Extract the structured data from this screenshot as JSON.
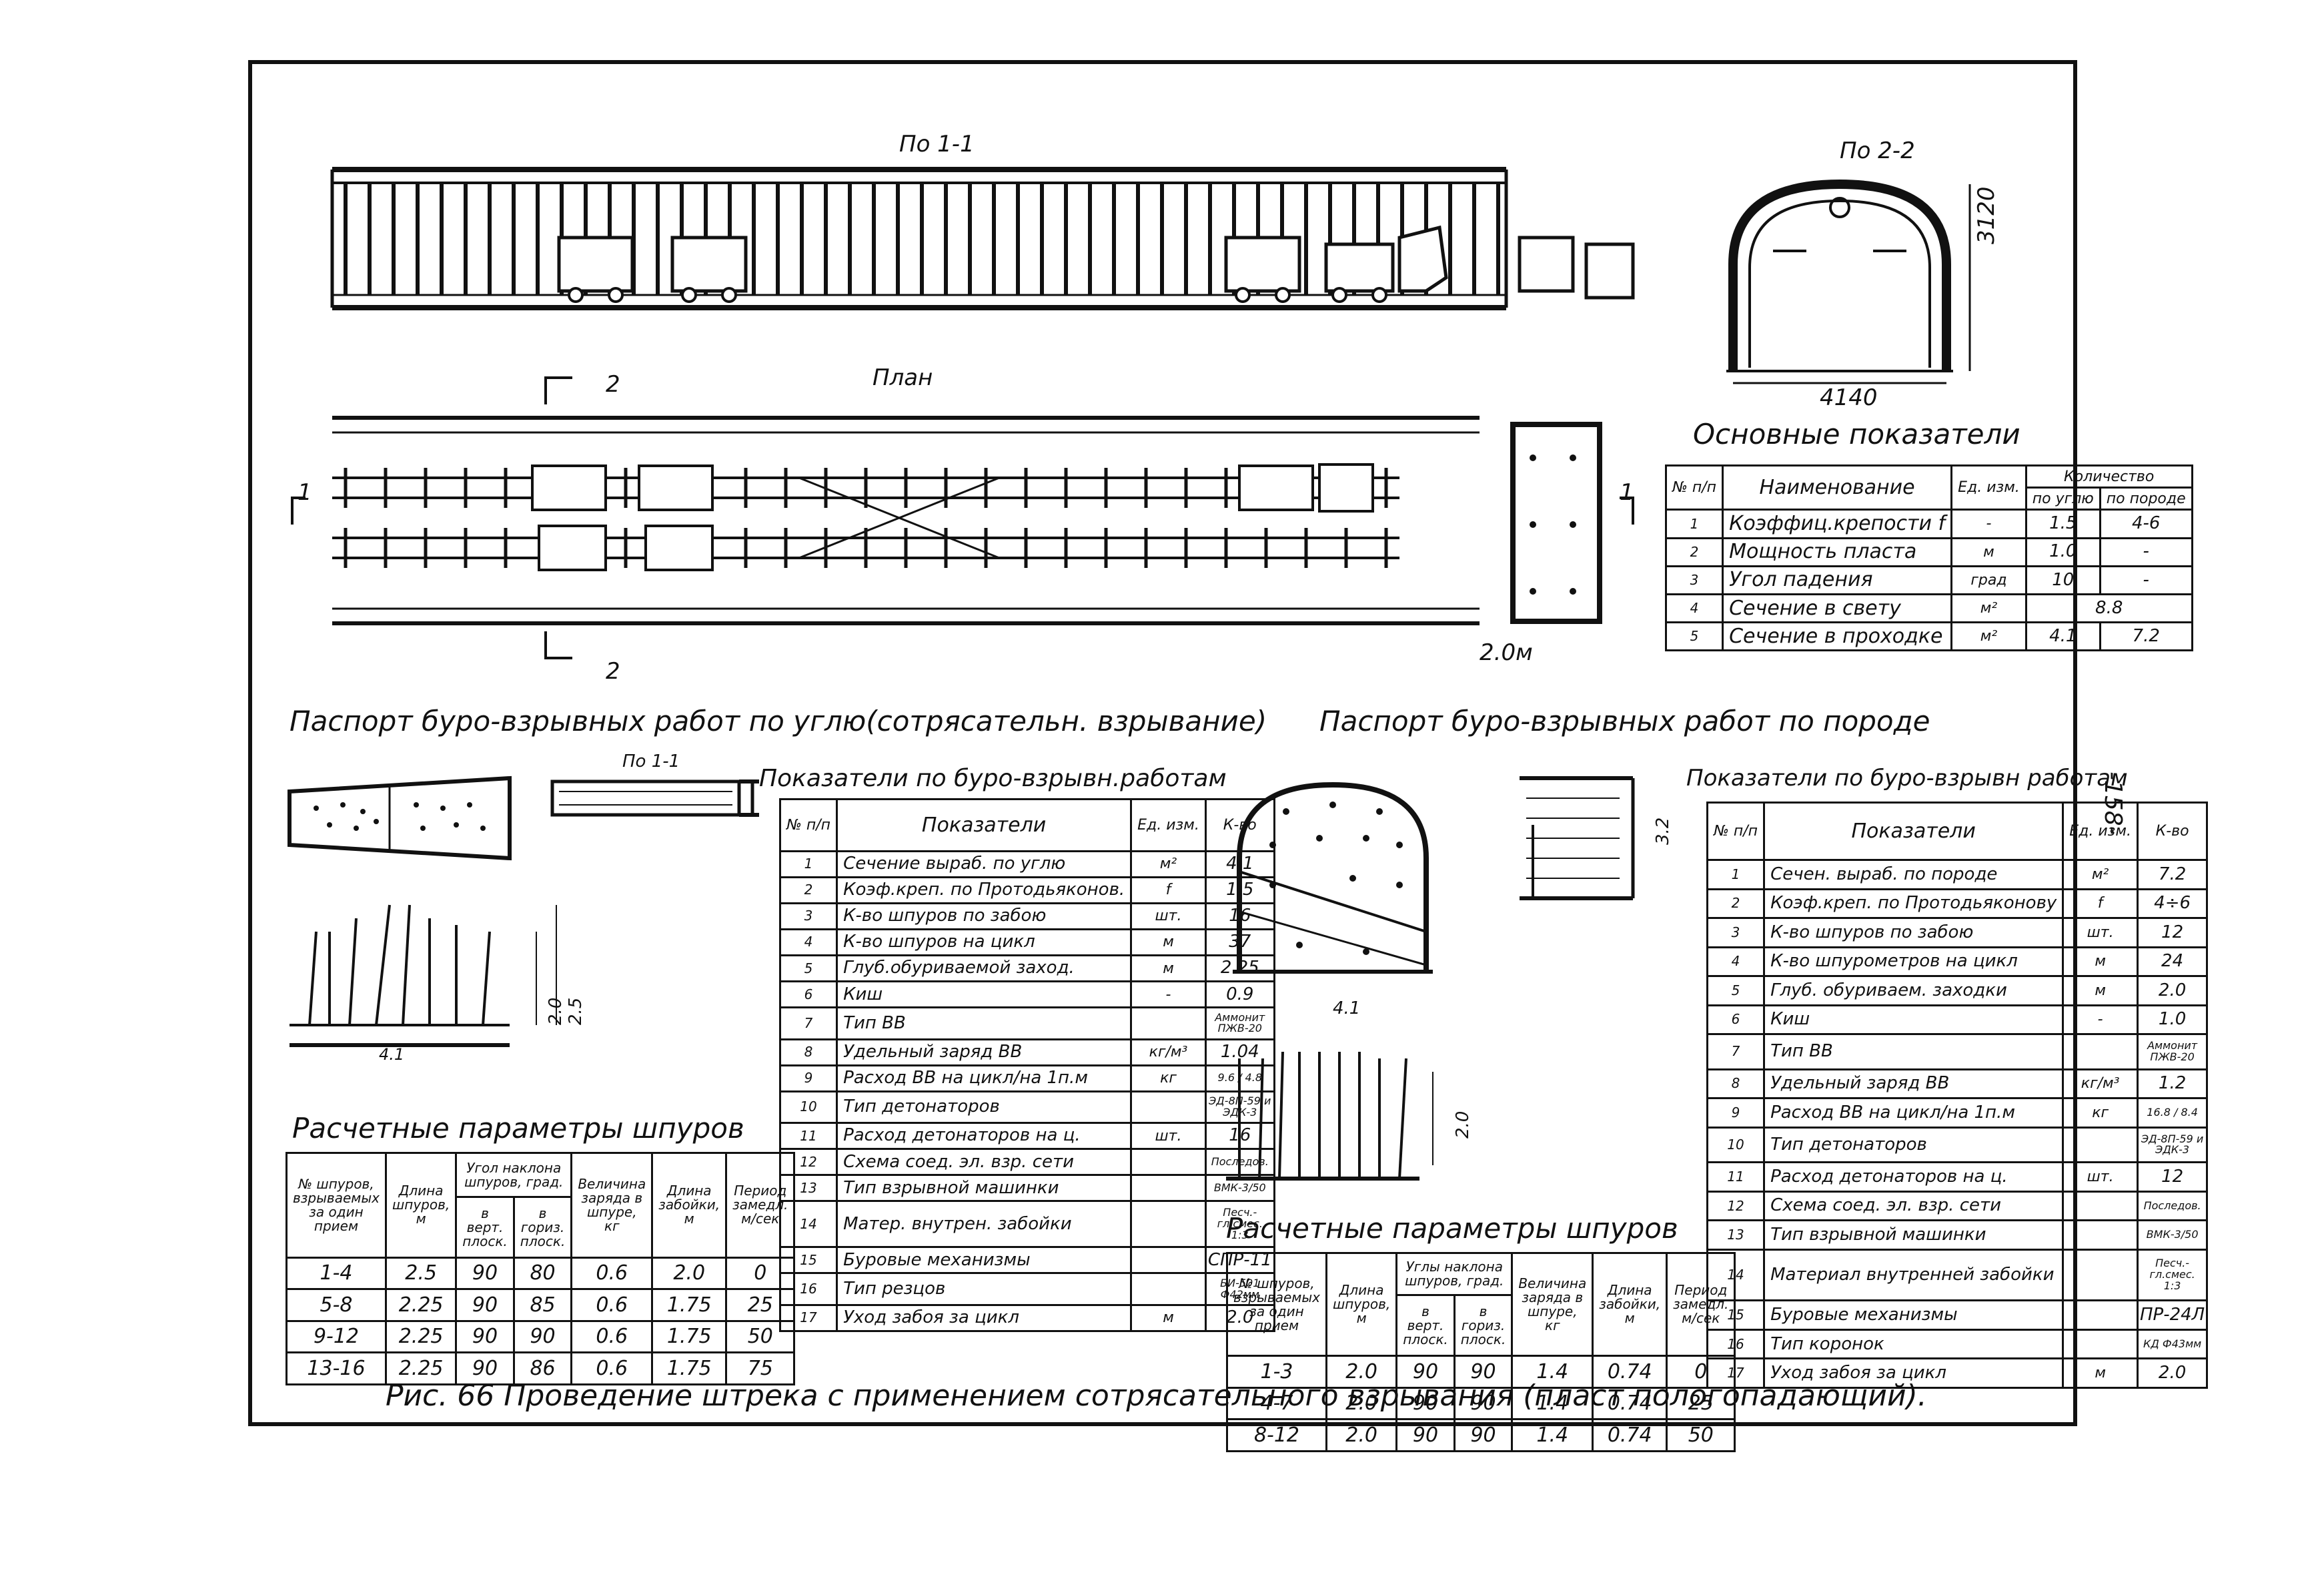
{
  "labels": {
    "section_1_1": "По 1-1",
    "section_2_2": "По 2-2",
    "plan": "План",
    "cut_mark_2_top": "2",
    "cut_mark_2_bottom": "2",
    "cut_mark_1_left": "1",
    "cut_mark_1_right": "1",
    "plan_width": "2.0м",
    "arch_height": "3120",
    "arch_width": "4140",
    "coal_small_section": "По 1-1",
    "coal_depth_1": "2.0",
    "coal_depth_2": "2.5",
    "coal_width": "4.1",
    "rock_width": "4.1",
    "rock_depth": "2.0",
    "rock_side_height": "3.2"
  },
  "main_indicators": {
    "title": "Основные показатели",
    "headers": {
      "num": "№ п/п",
      "name": "Наименование",
      "unit": "Ед. изм.",
      "qty": "Количество",
      "coal": "по углю",
      "rock": "по породе"
    },
    "rows": [
      {
        "num": "1",
        "name": "Коэффиц.крепости f",
        "unit": "-",
        "coal": "1.5",
        "rock": "4-6"
      },
      {
        "num": "2",
        "name": "Мощность пласта",
        "unit": "м",
        "coal": "1.0",
        "rock": "-"
      },
      {
        "num": "3",
        "name": "Угол падения",
        "unit": "град",
        "coal": "10",
        "rock": "-"
      },
      {
        "num": "4",
        "name": "Сечение в свету",
        "unit": "м²",
        "coal": "8.8",
        "rock": ""
      },
      {
        "num": "5",
        "name": "Сечение в проходке",
        "unit": "м²",
        "coal": "4.1",
        "rock": "7.2"
      }
    ]
  },
  "passport_coal_title": "Паспорт буро-взрывных работ по углю(сотрясательн. взрывание)",
  "passport_rock_title": "Паспорт буро-взрывных работ по породе",
  "coal_blast": {
    "title": "Показатели по буро-взрывн.работам",
    "headers": {
      "num": "№ п/п",
      "name": "Показатели",
      "unit": "Ед. изм.",
      "value": "К-во"
    },
    "rows": [
      {
        "num": "1",
        "name": "Сечение выраб. по углю",
        "unit": "м²",
        "value": "4.1"
      },
      {
        "num": "2",
        "name": "Коэф.креп. по Протодьяконов.",
        "unit": "f",
        "value": "1.5"
      },
      {
        "num": "3",
        "name": "К-во шпуров по забою",
        "unit": "шт.",
        "value": "16"
      },
      {
        "num": "4",
        "name": "К-во шпуров на цикл",
        "unit": "м",
        "value": "37"
      },
      {
        "num": "5",
        "name": "Глуб.обуриваемой заход.",
        "unit": "м",
        "value": "2.25"
      },
      {
        "num": "6",
        "name": "Киш",
        "unit": "-",
        "value": "0.9"
      },
      {
        "num": "7",
        "name": "Тип ВВ",
        "unit": "",
        "value": "Аммонит ПЖВ-20"
      },
      {
        "num": "8",
        "name": "Удельный заряд ВВ",
        "unit": "кг/м³",
        "value": "1.04"
      },
      {
        "num": "9",
        "name": "Расход ВВ на цикл/на 1п.м",
        "unit": "кг",
        "value": "9.6 / 4.8"
      },
      {
        "num": "10",
        "name": "Тип детонаторов",
        "unit": "",
        "value": "ЭД-8П-59 и ЭДК-3"
      },
      {
        "num": "11",
        "name": "Расход детонаторов на ц.",
        "unit": "шт.",
        "value": "16"
      },
      {
        "num": "12",
        "name": "Схема соед. эл. взр. сети",
        "unit": "",
        "value": "Последов."
      },
      {
        "num": "13",
        "name": "Тип взрывной машинки",
        "unit": "",
        "value": "ВМК-3/50"
      },
      {
        "num": "14",
        "name": "Матер. внутрен. забойки",
        "unit": "",
        "value": "Песч.-гл.смес. 1:3"
      },
      {
        "num": "15",
        "name": "Буровые механизмы",
        "unit": "",
        "value": "СПР-11"
      },
      {
        "num": "16",
        "name": "Тип резцов",
        "unit": "",
        "value": "БИ-501 Ф42мм"
      },
      {
        "num": "17",
        "name": "Уход забоя за цикл",
        "unit": "м",
        "value": "2.0"
      }
    ]
  },
  "rock_blast": {
    "title": "Показатели по буро-взрывн работам",
    "headers": {
      "num": "№ п/п",
      "name": "Показатели",
      "unit": "Ед. изм.",
      "value": "К-во"
    },
    "rows": [
      {
        "num": "1",
        "name": "Сечен. выраб. по породе",
        "unit": "м²",
        "value": "7.2"
      },
      {
        "num": "2",
        "name": "Коэф.креп. по Протодьяконову",
        "unit": "f",
        "value": "4÷6"
      },
      {
        "num": "3",
        "name": "К-во шпуров по забою",
        "unit": "шт.",
        "value": "12"
      },
      {
        "num": "4",
        "name": "К-во шпурометров на цикл",
        "unit": "м",
        "value": "24"
      },
      {
        "num": "5",
        "name": "Глуб. обуриваем. заходки",
        "unit": "м",
        "value": "2.0"
      },
      {
        "num": "6",
        "name": "Киш",
        "unit": "-",
        "value": "1.0"
      },
      {
        "num": "7",
        "name": "Тип ВВ",
        "unit": "",
        "value": "Аммонит ПЖВ-20"
      },
      {
        "num": "8",
        "name": "Удельный заряд ВВ",
        "unit": "кг/м³",
        "value": "1.2"
      },
      {
        "num": "9",
        "name": "Расход ВВ на цикл/на 1п.м",
        "unit": "кг",
        "value": "16.8 / 8.4"
      },
      {
        "num": "10",
        "name": "Тип детонаторов",
        "unit": "",
        "value": "ЭД-8П-59 и ЭДК-3"
      },
      {
        "num": "11",
        "name": "Расход детонаторов на ц.",
        "unit": "шт.",
        "value": "12"
      },
      {
        "num": "12",
        "name": "Схема соед. эл. взр. сети",
        "unit": "",
        "value": "Последов."
      },
      {
        "num": "13",
        "name": "Тип взрывной машинки",
        "unit": "",
        "value": "ВМК-3/50"
      },
      {
        "num": "14",
        "name": "Материал внутренней забойки",
        "unit": "",
        "value": "Песч.-гл.смес. 1:3"
      },
      {
        "num": "15",
        "name": "Буровые механизмы",
        "unit": "",
        "value": "ПР-24Л"
      },
      {
        "num": "16",
        "name": "Тип коронок",
        "unit": "",
        "value": "КД Ф43мм"
      },
      {
        "num": "17",
        "name": "Уход забоя за цикл",
        "unit": "м",
        "value": "2.0"
      }
    ]
  },
  "coal_params": {
    "title": "Расчетные параметры шпуров",
    "headers": {
      "holes": "№ шпуров, взрываемых за один прием",
      "length": "Длина шпуров, м",
      "angle": "Угол наклона шпуров, град.",
      "vert": "в верт. плоск.",
      "horiz": "в гориз. плоск.",
      "charge": "Величина заряда в шпуре, кг",
      "stem": "Длина забойки, м",
      "delay": "Период замедл. м/сек"
    },
    "rows": [
      [
        "1-4",
        "2.5",
        "90",
        "80",
        "0.6",
        "2.0",
        "0"
      ],
      [
        "5-8",
        "2.25",
        "90",
        "85",
        "0.6",
        "1.75",
        "25"
      ],
      [
        "9-12",
        "2.25",
        "90",
        "90",
        "0.6",
        "1.75",
        "50"
      ],
      [
        "13-16",
        "2.25",
        "90",
        "86",
        "0.6",
        "1.75",
        "75"
      ]
    ]
  },
  "rock_params": {
    "title": "Расчетные параметры шпуров",
    "headers": {
      "holes": "№ шпуров, взрываемых за один прием",
      "length": "Длина шпуров, м",
      "angle": "Углы наклона шпуров, град.",
      "vert": "в верт. плоск.",
      "horiz": "в гориз. плоск.",
      "charge": "Величина заряда в шпуре, кг",
      "stem": "Длина забойки, м",
      "delay": "Период замедл. м/сек"
    },
    "rows": [
      [
        "1-3",
        "2.0",
        "90",
        "90",
        "1.4",
        "0.74",
        "0"
      ],
      [
        "4-7",
        "2.0",
        "90",
        "90",
        "1.4",
        "0.74",
        "25"
      ],
      [
        "8-12",
        "2.0",
        "90",
        "90",
        "1.4",
        "0.74",
        "50"
      ]
    ]
  },
  "caption": "Рис. 66 Проведение штрека с применением сотрясательного взрывания (пласт пологопадающий).",
  "page_number": "-158-"
}
